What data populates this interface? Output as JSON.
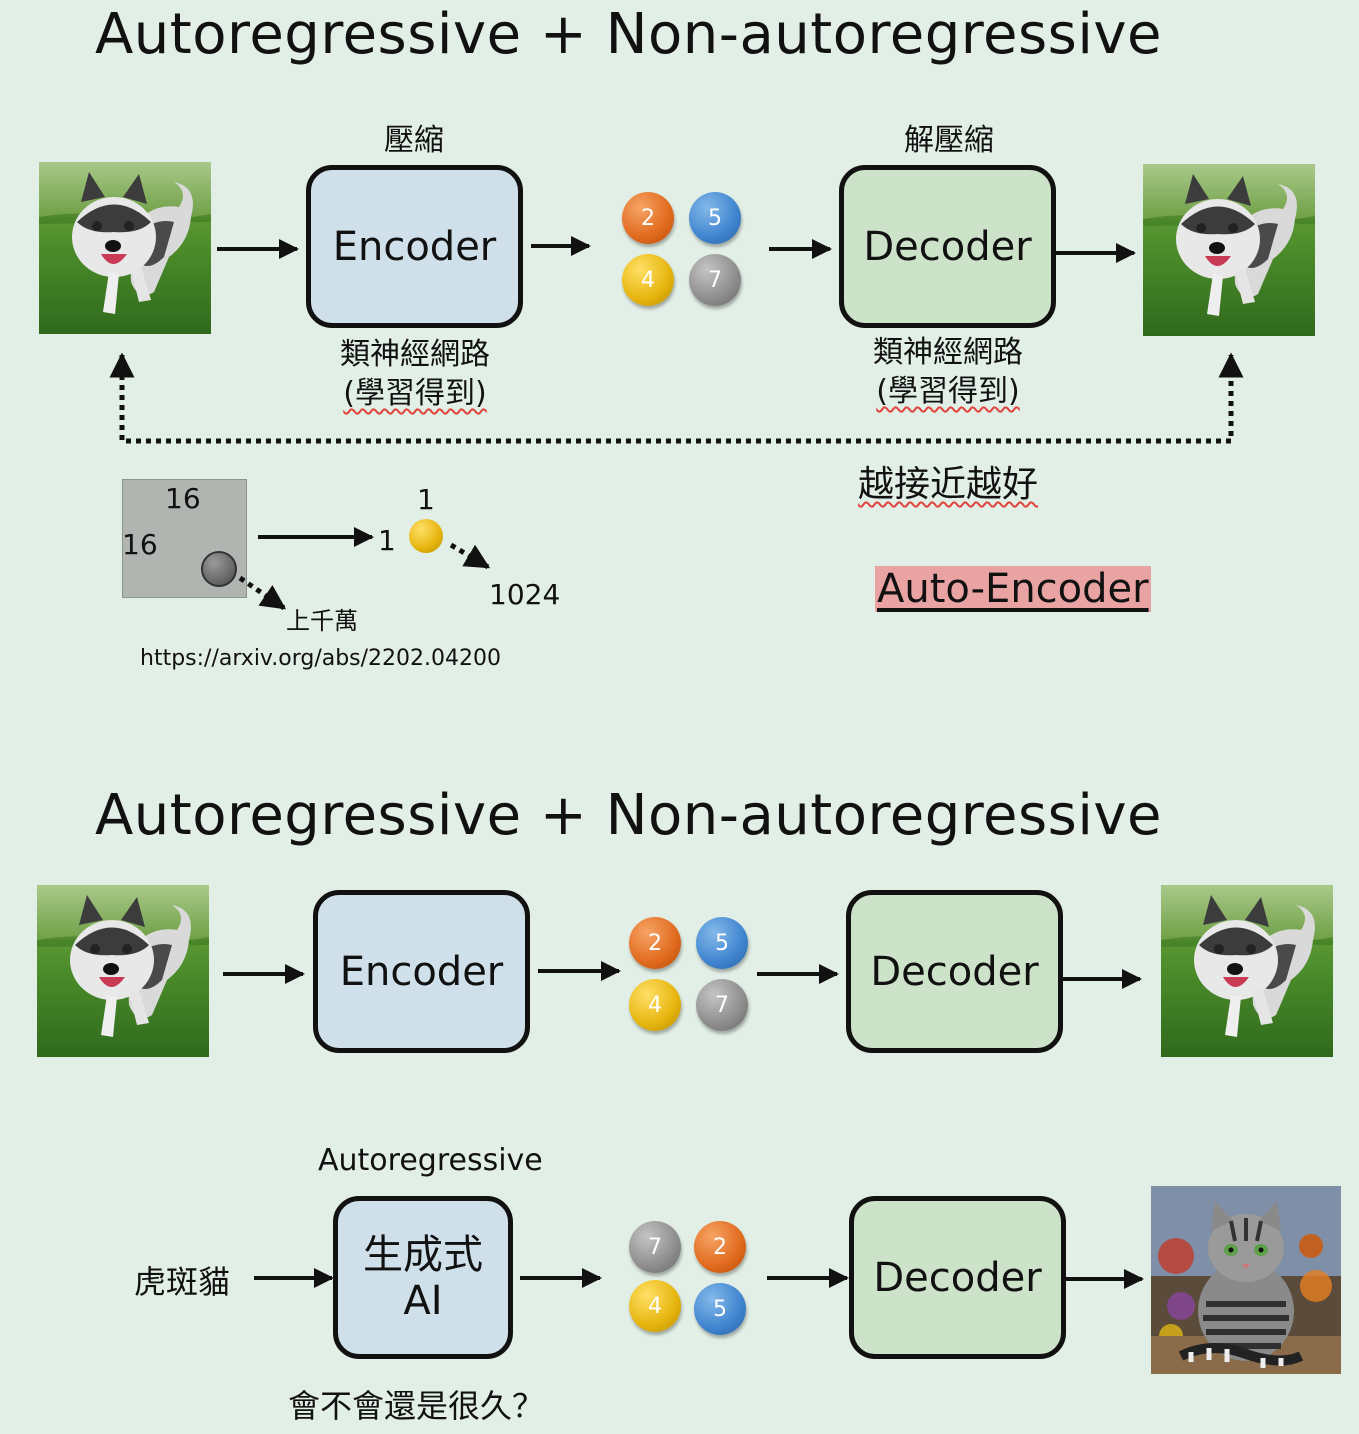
{
  "top": {
    "title": "Autoregressive + Non-autoregressive",
    "compress_label": "壓縮",
    "decompress_label": "解壓縮",
    "encoder_label": "Encoder",
    "decoder_label": "Decoder",
    "nn_line1": "類神經網路",
    "nn_line2": "(學習得到)",
    "closer_better": "越接近越好",
    "tokens": [
      "2",
      "5",
      "4",
      "7"
    ],
    "patch": {
      "w": "16",
      "h": "16",
      "one_top": "1",
      "one_side": "1",
      "vocab": "1024",
      "millions": "上千萬",
      "url": "https://arxiv.org/abs/2202.04200"
    },
    "autoencoder_label": "Auto-Encoder"
  },
  "bottom": {
    "title": "Autoregressive + Non-autoregressive",
    "encoder_label": "Encoder",
    "decoder_label": "Decoder",
    "tokens": [
      "2",
      "5",
      "4",
      "7"
    ],
    "ar_label": "Autoregressive",
    "prompt": "虎斑貓",
    "gen_line1": "生成式",
    "gen_line2": "AI",
    "gen_tokens": [
      "7",
      "2",
      "4",
      "5"
    ],
    "decoder2_label": "Decoder",
    "question": "會不會還是很久？"
  },
  "icons": {
    "dog_image": "husky-dog-image",
    "cat_image": "tabby-cat-image"
  },
  "colors": {
    "background": "#e2efe6",
    "encoder_fill": "#cfe0ea",
    "decoder_fill": "#cde3c9",
    "highlight": "#eaa3a3",
    "wavy_underline": "#e0443c"
  }
}
